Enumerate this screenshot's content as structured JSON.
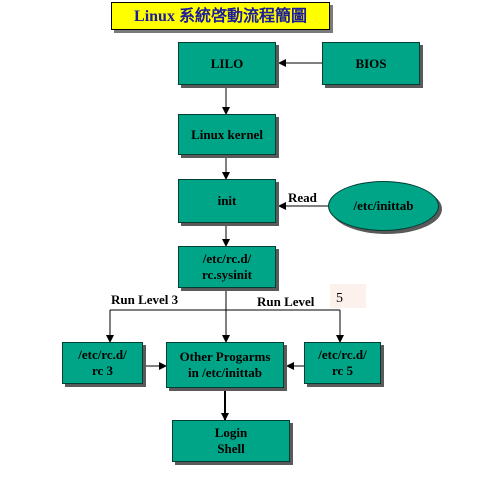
{
  "title": "Linux  系統啓動流程簡圖",
  "nodes": {
    "lilo": "LILO",
    "bios": "BIOS",
    "kernel": "Linux kernel",
    "init": "init",
    "inittab_file": "/etc/inittab",
    "rc_sysinit": [
      "/etc/rc.d/",
      "rc.sysinit"
    ],
    "rc3": [
      "/etc/rc.d/",
      "rc 3"
    ],
    "other": [
      "Other Progarms",
      "in /etc/inittab"
    ],
    "rc5": [
      "/etc/rc.d/",
      "rc 5"
    ],
    "login": [
      "Login",
      "Shell"
    ]
  },
  "edge_labels": {
    "read": "Read",
    "run_level_3": "Run Level 3",
    "run_level_5_prefix": "Run Level",
    "run_level_5_number": "5"
  },
  "colors": {
    "title_bg": "#ffff00",
    "title_text": "#1c1c9c",
    "node_fill": "#00a487"
  }
}
